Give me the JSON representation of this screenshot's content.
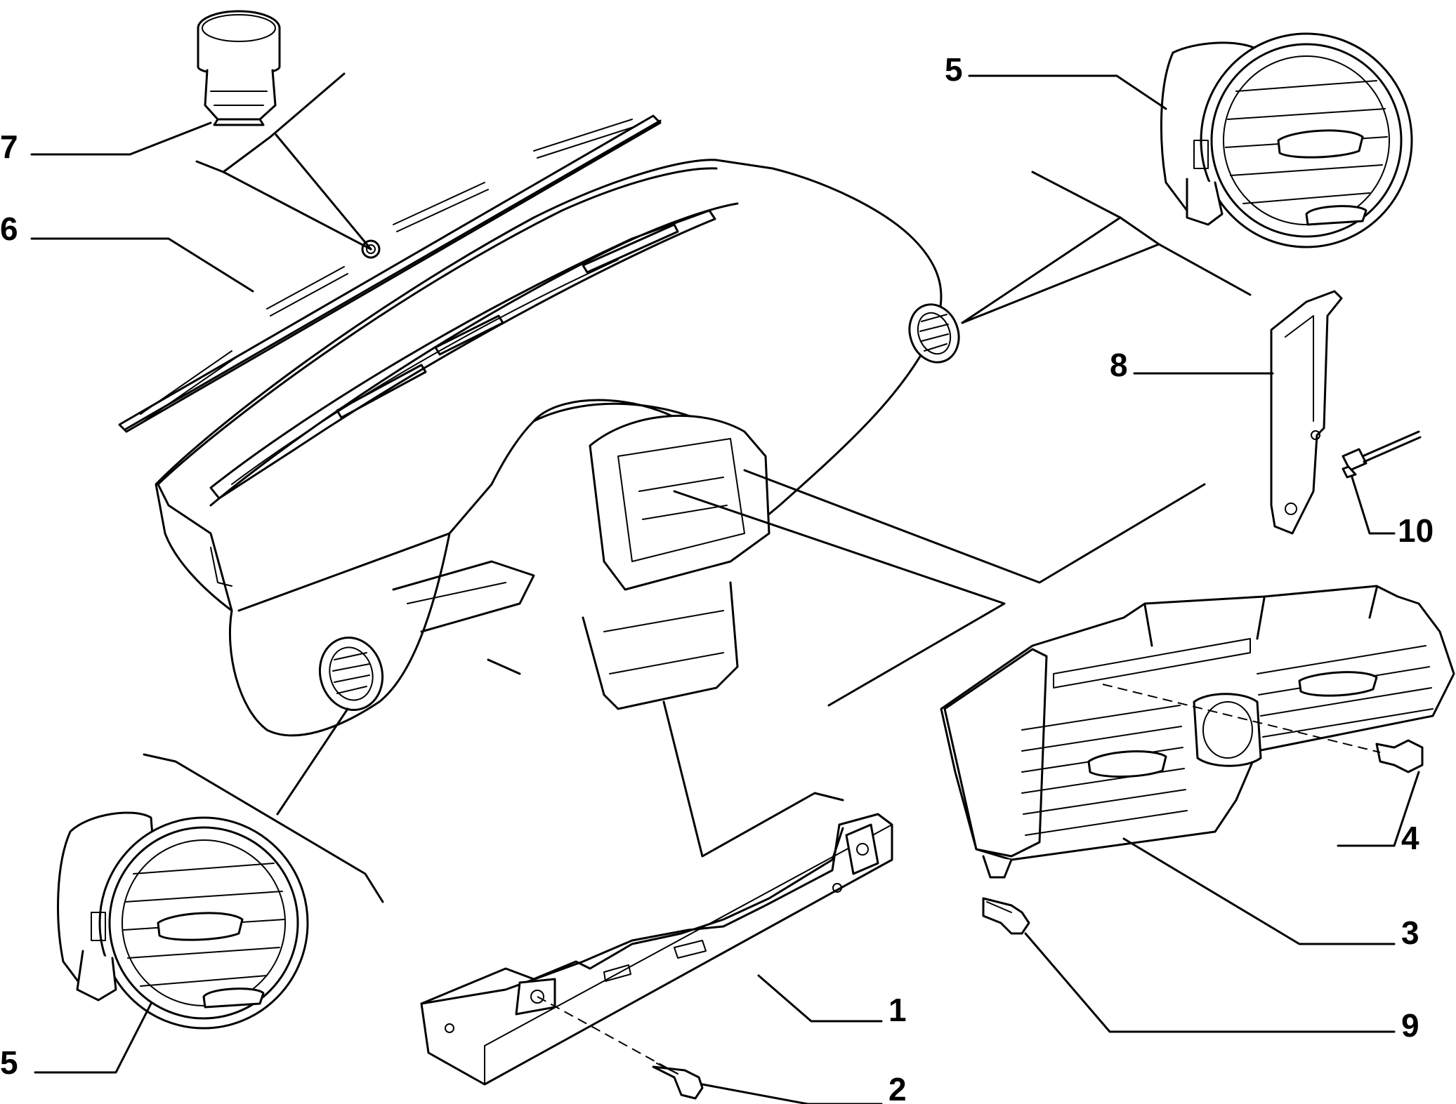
{
  "callouts": {
    "c1": "1",
    "c2": "2",
    "c3": "3",
    "c4": "4",
    "c5_top": "5",
    "c5_bottom": "5",
    "c6": "6",
    "c7": "7",
    "c8": "8",
    "c9": "9",
    "c10": "10"
  },
  "colors": {
    "ink": "#000000",
    "paper": "#ffffff"
  }
}
